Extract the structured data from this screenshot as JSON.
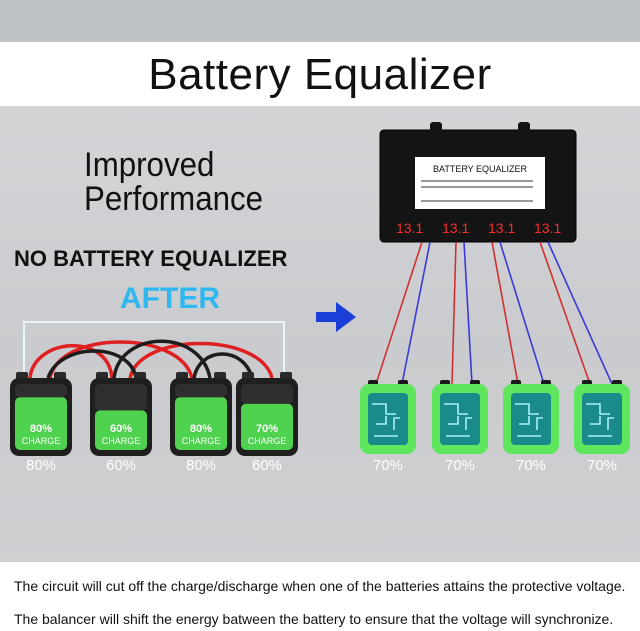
{
  "title": "Battery Equalizer",
  "headline": [
    "Improved",
    "Performance"
  ],
  "no_equalizer_label": "NO BATTERY EQUALIZER",
  "after_label": "AFTER",
  "device": {
    "label": "BATTERY EQUALIZER",
    "readouts": [
      "13.1",
      "13.1",
      "13.1",
      "13.1"
    ]
  },
  "left_batteries": [
    {
      "pct": "80%",
      "charge": "CHARGE",
      "level": 0.8
    },
    {
      "pct": "60%",
      "charge": "CHARGE",
      "level": 0.6
    },
    {
      "pct": "80%",
      "charge": "CHARGE",
      "level": 0.8
    },
    {
      "pct": "70%",
      "charge": "CHARGE",
      "level": 0.7
    }
  ],
  "left_under_labels": [
    "80%",
    "60%",
    "80%",
    "60%"
  ],
  "right_under_labels": [
    "70%",
    "70%",
    "70%",
    "70%"
  ],
  "captions": [
    "The circuit will cut off the charge/discharge when one of the batteries attains the protective voltage.",
    "The balancer will shift the energy batween the battery to ensure that the voltage will synchronize."
  ],
  "colors": {
    "battery_green": "#4fd24f",
    "battery_dark": "#1f1f1f",
    "accent_blue": "#2fb7ef",
    "arrow_blue": "#1b3fd6",
    "red_wire": "#e02020",
    "readout_red": "#ff2a2a"
  }
}
